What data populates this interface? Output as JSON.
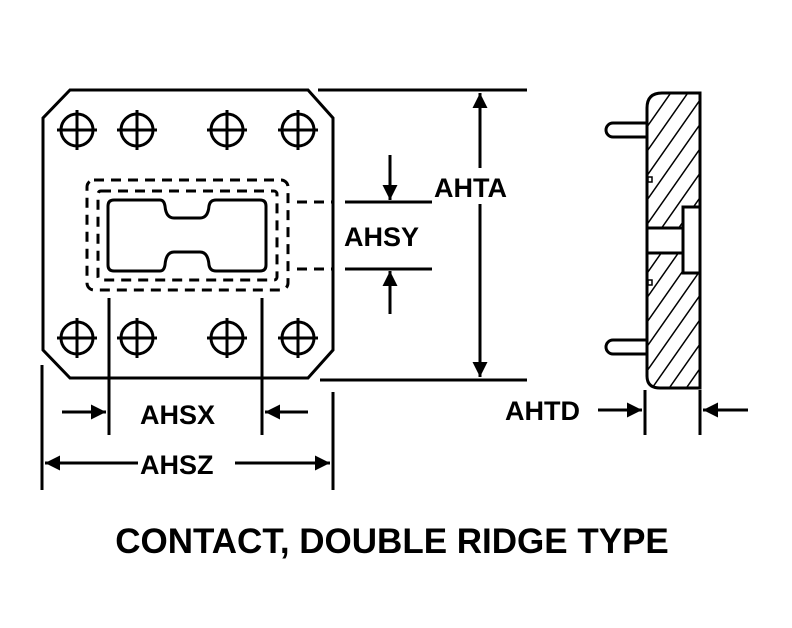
{
  "labels": {
    "ahta": "AHTA",
    "ahsy": "AHSY",
    "ahsx": "AHSX",
    "ahsz": "AHSZ",
    "ahtd": "AHTD"
  },
  "title": "CONTACT, DOUBLE RIDGE TYPE"
}
